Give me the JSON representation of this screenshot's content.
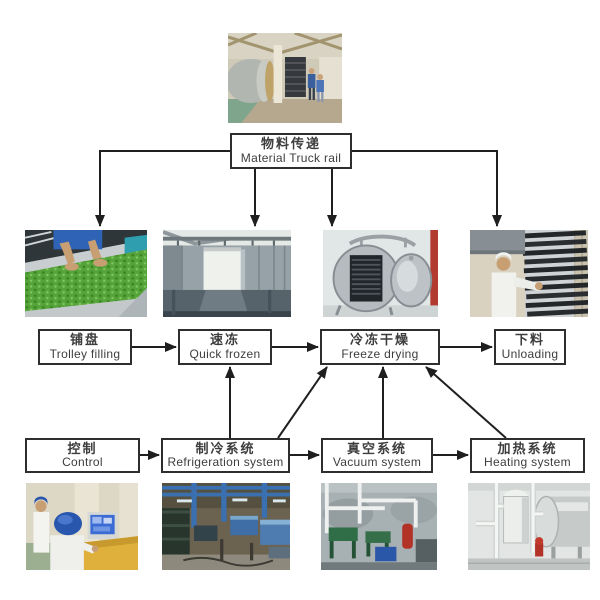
{
  "diagram": {
    "material_box": {
      "zh": "物料传递",
      "en": "Material Truck rail"
    },
    "process_boxes": [
      {
        "id": "trolley-filling",
        "zh": "铺盘",
        "en": "Trolley filling"
      },
      {
        "id": "quick-frozen",
        "zh": "速冻",
        "en": "Quick frozen"
      },
      {
        "id": "freeze-drying",
        "zh": "冷冻干燥",
        "en": "Freeze drying"
      },
      {
        "id": "unloading",
        "zh": "下料",
        "en": "Unloading"
      }
    ],
    "system_boxes": [
      {
        "id": "control",
        "zh": "控制",
        "en": "Control"
      },
      {
        "id": "refrigeration",
        "zh": "制冷系统",
        "en": "Refrigeration system"
      },
      {
        "id": "vacuum",
        "zh": "真空系统",
        "en": "Vacuum system"
      },
      {
        "id": "heating",
        "zh": "加热系统",
        "en": "Heating system"
      }
    ],
    "photos": {
      "top": "material-transfer-room-photo",
      "trolley": "green-product-tray-filling-photo",
      "freezer": "quick-freezing-room-photo",
      "dryer": "freeze-dryer-vessel-photo",
      "unload": "tray-unloading-photo",
      "control": "control-room-operators-photo",
      "refrigeration": "refrigeration-plant-room-photo",
      "vacuum": "vacuum-pump-room-photo",
      "heating": "heating-system-tanks-photo"
    },
    "edges": [
      {
        "from": "material_truck_rail",
        "to": "trolley_filling"
      },
      {
        "from": "material_truck_rail",
        "to": "quick_frozen"
      },
      {
        "from": "material_truck_rail",
        "to": "freeze_drying"
      },
      {
        "from": "material_truck_rail",
        "to": "unloading"
      },
      {
        "from": "trolley_filling",
        "to": "quick_frozen"
      },
      {
        "from": "quick_frozen",
        "to": "freeze_drying"
      },
      {
        "from": "freeze_drying",
        "to": "unloading"
      },
      {
        "from": "control",
        "to": "refrigeration_system"
      },
      {
        "from": "refrigeration_system",
        "to": "vacuum_system"
      },
      {
        "from": "vacuum_system",
        "to": "heating_system"
      },
      {
        "from": "refrigeration_system",
        "to": "quick_frozen"
      },
      {
        "from": "refrigeration_system",
        "to": "freeze_drying"
      },
      {
        "from": "vacuum_system",
        "to": "freeze_drying"
      },
      {
        "from": "heating_system",
        "to": "freeze_drying"
      }
    ],
    "colors": {
      "line": "#1f1f1f",
      "box_border": "#2e2e2e",
      "text": "#3d3d3d",
      "background": "#ffffff"
    }
  }
}
